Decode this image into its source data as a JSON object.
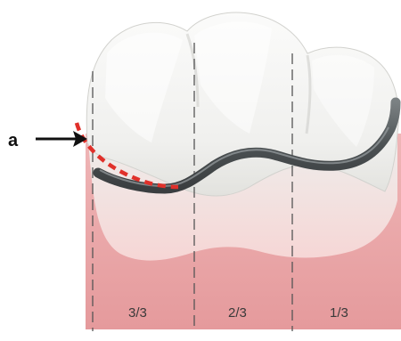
{
  "callout": {
    "letter": "a"
  },
  "zones": [
    {
      "label": "3/3"
    },
    {
      "label": "2/3"
    },
    {
      "label": "1/3"
    }
  ],
  "colors": {
    "gingiva": "#e8a4a6",
    "gingiva_light": "#f4c8c8",
    "enamel": "#f3f3f1",
    "enamel_shadow": "#d8d8d4",
    "probe": "#555a5c",
    "probe_highlight": "#8a9092",
    "dashed_marker": "#e0302a",
    "divider": "#555555"
  }
}
